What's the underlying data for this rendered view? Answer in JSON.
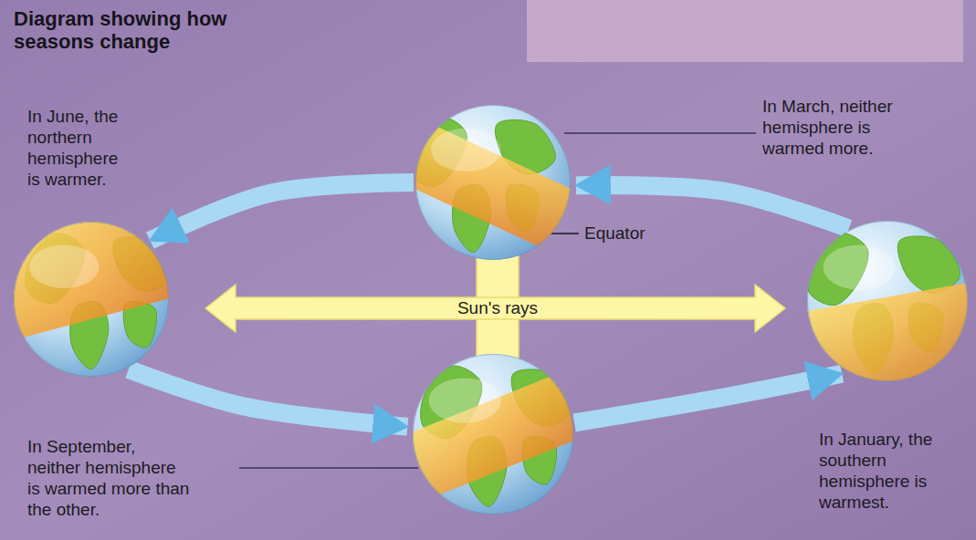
{
  "diagram": {
    "title": "Diagram showing how seasons change",
    "nodes": [
      {
        "text": [
          "In June, the northern hemisphere is warmer."
        ]
      },
      {
        "text": [
          "In March, neither hemisphere is warmed more."
        ]
      },
      {
        "text": [
          "In September, neither hemisphere is warmed more than the other."
        ]
      },
      {
        "text": [
          "In January, the southern hemisphere is warmest."
        ]
      }
    ],
    "edges": [
      {
        "from": 1,
        "to": 0,
        "arrow": "to"
      },
      {
        "from": 0,
        "to": 2,
        "arrow": "to"
      },
      {
        "from": 2,
        "to": 3,
        "arrow": "to"
      },
      {
        "from": 3,
        "to": 1,
        "arrow": "to"
      }
    ],
    "labels": [
      "Equator",
      "Sun's rays"
    ]
  }
}
